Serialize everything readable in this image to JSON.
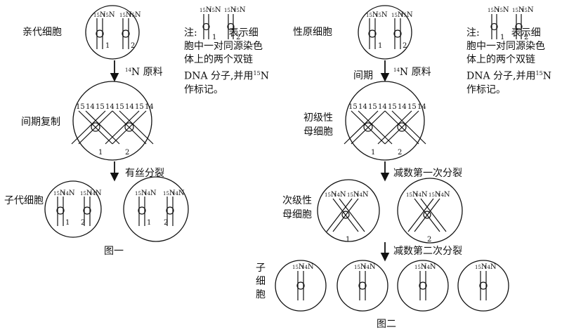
{
  "figure1": {
    "caption": "图一",
    "parent_label": "亲代细胞",
    "interphase_label": "间期复制",
    "daughter_label": "子代细胞",
    "arrow1_label_sup": "14",
    "arrow1_label_main": "N 原料",
    "arrow2_label": "有丝分裂",
    "chrom_num_1": "1",
    "chrom_num_2": "2",
    "parent_iso_mass": "15",
    "parent_iso_el": "N",
    "strand_labels": [
      "15",
      "14",
      "15",
      "14",
      "15",
      "14",
      "15",
      "14"
    ],
    "daughter_iso_left_mass": "15",
    "daughter_iso_left_el": "N",
    "daughter_iso_right_mass": "14",
    "daughter_iso_right_el": "N"
  },
  "figure2": {
    "caption": "图二",
    "parent_label": "性原细胞",
    "interphase_label": "间期",
    "arrow1_label_sup": "14",
    "arrow1_label_main": "N 原料",
    "primary_label_line1": "初级性",
    "primary_label_line2": "母细胞",
    "meiosis1_label": "减数第一次分裂",
    "secondary_label_line1": "次级性",
    "secondary_label_line2": "母细胞",
    "meiosis2_label": "减数第二次分裂",
    "daughter_label": [
      "子",
      "细",
      "胞"
    ],
    "chrom_num_1": "1",
    "chrom_num_2": "2",
    "strand_labels": [
      "15",
      "14",
      "15",
      "14",
      "15",
      "14",
      "15",
      "14"
    ]
  },
  "note": {
    "prefix": "注:",
    "line1_suffix": "表示细",
    "line2": "胞中一对同源染色",
    "line3": "体上的两个双链",
    "line4_a": "DNA 分子,并用",
    "line4_sup": "15",
    "line4_b": "N",
    "line5": "作标记。"
  }
}
